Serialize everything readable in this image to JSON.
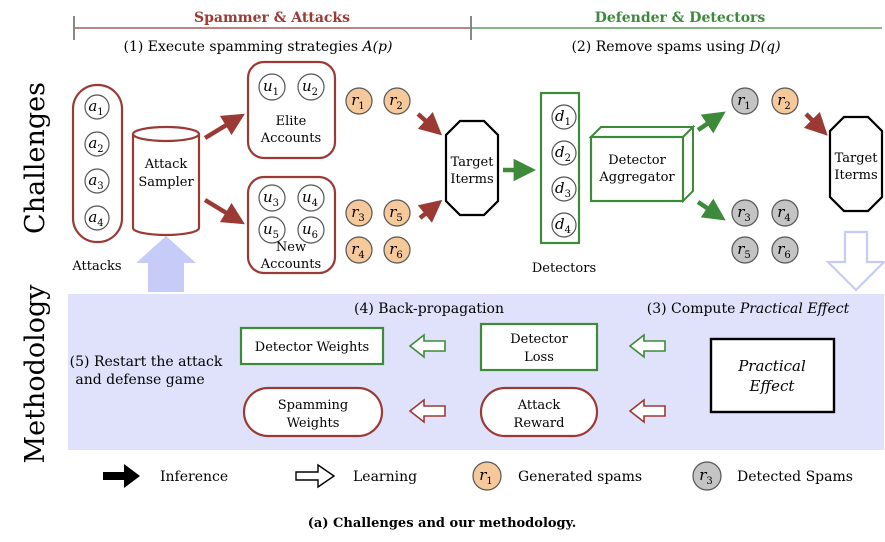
{
  "side_labels": {
    "challenges": "Challenges",
    "methodology": "Methodology"
  },
  "spammer": {
    "heading": "Spammer & Attacks",
    "step1": "(1) Execute spamming strategies",
    "step1_math": "A(p)",
    "attacks_label": "Attacks",
    "attack_nodes": [
      "a1",
      "a2",
      "a3",
      "a4"
    ],
    "sampler_line1": "Attack",
    "sampler_line2": "Sampler",
    "elite_nodes": [
      "u1",
      "u2"
    ],
    "elite_line1": "Elite",
    "elite_line2": "Accounts",
    "new_nodes": [
      "u3",
      "u4",
      "u5",
      "u6"
    ],
    "new_line1": "New",
    "new_line2": "Accounts",
    "elite_spams": [
      "r1",
      "r2"
    ],
    "new_spams_row1": [
      "r3",
      "r5"
    ],
    "new_spams_row2": [
      "r4",
      "r6"
    ],
    "target_line1": "Target",
    "target_line2": "Iterms"
  },
  "defender": {
    "heading": "Defender & Detectors",
    "step2": "(2) Remove spams using",
    "step2_math": "D(q)",
    "detector_nodes": [
      "d1",
      "d2",
      "d3",
      "d4"
    ],
    "detectors_label": "Detectors",
    "aggregator_line1": "Detector",
    "aggregator_line2": "Aggregator",
    "passed_spams": [
      "r1",
      "r2"
    ],
    "removed_row1": [
      "r3",
      "r4"
    ],
    "removed_row2": [
      "r5",
      "r6"
    ],
    "target_line1": "Target",
    "target_line2": "Iterms"
  },
  "methodology": {
    "step4": "(4) Back-propagation",
    "step3_prefix": "(3) Compute",
    "step3_emph": "Practical Effect",
    "step5_line1": "(5) Restart the attack",
    "step5_line2": "and defense game",
    "detector_weights": "Detector Weights",
    "detector_loss_line1": "Detector",
    "detector_loss_line2": "Loss",
    "spamming_weights_line1": "Spamming",
    "spamming_weights_line2": "Weights",
    "attack_reward_line1": "Attack",
    "attack_reward_line2": "Reward",
    "practical_line1": "Practical",
    "practical_line2": "Effect"
  },
  "legend": {
    "inference": "Inference",
    "learning": "Learning",
    "generated_symbol": "r1",
    "generated": "Generated spams",
    "detected_symbol": "r3",
    "detected": "Detected Spams"
  },
  "caption": "(a) Challenges and our methodology.",
  "colors": {
    "spammer": "#9b3a35",
    "defender": "#3d8a3a",
    "generated_fill": "#f6c99b",
    "detected_fill": "#c4c4c4",
    "method_bg": "#dfe2fa",
    "learning_arrow": "#c6ccf7"
  }
}
